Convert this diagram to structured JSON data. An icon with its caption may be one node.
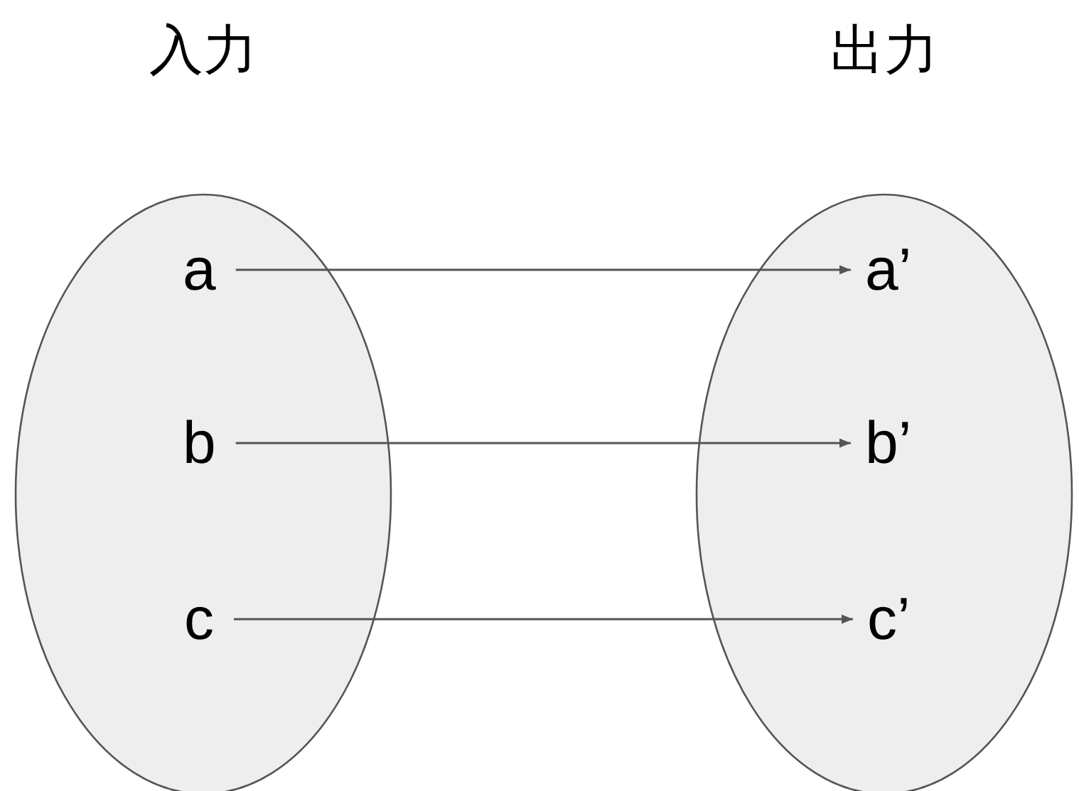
{
  "diagram": {
    "nodes": [
      {
        "text": [
          "入力"
        ]
      },
      {
        "text": [
          "a"
        ],
        "in": 0
      },
      {
        "text": [
          "b"
        ],
        "in": 0
      },
      {
        "text": [
          "c"
        ],
        "in": 0
      },
      {
        "text": [
          "出力"
        ]
      },
      {
        "text": [
          "a’"
        ],
        "in": 4
      },
      {
        "text": [
          "b’"
        ],
        "in": 4
      },
      {
        "text": [
          "c’"
        ],
        "in": 4
      }
    ],
    "edges": [
      {
        "from": 1,
        "to": 5,
        "arrow": "to"
      },
      {
        "from": 2,
        "to": 6,
        "arrow": "to"
      },
      {
        "from": 3,
        "to": 7,
        "arrow": "to"
      }
    ]
  }
}
